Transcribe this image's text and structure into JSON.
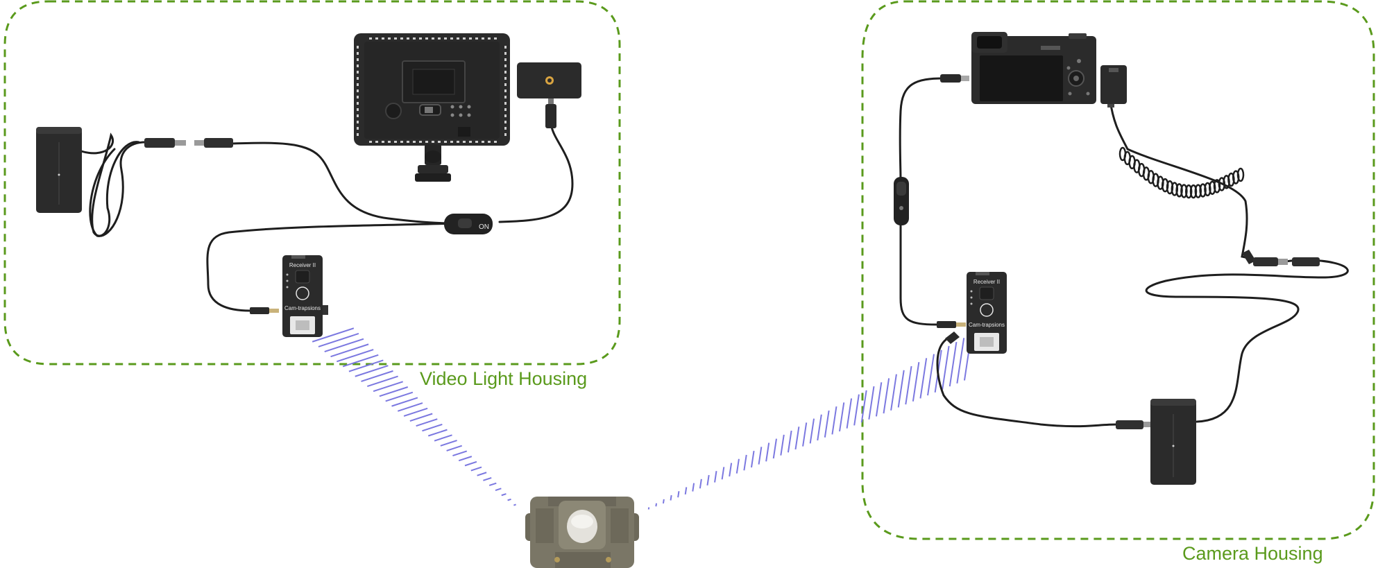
{
  "labels": {
    "video_light_housing": "Video Light Housing",
    "camera_housing": "Camera Housing"
  },
  "device_text": {
    "receiver_model": "Receiver II",
    "receiver_brand": "Cam-trapsions"
  },
  "colors": {
    "housing_border": "#5a9a1c",
    "signal_lines": "#7b78e0",
    "device_body": "#2b2b2b",
    "cable": "#1e1e1e",
    "sensor_body": "#7a7666"
  }
}
